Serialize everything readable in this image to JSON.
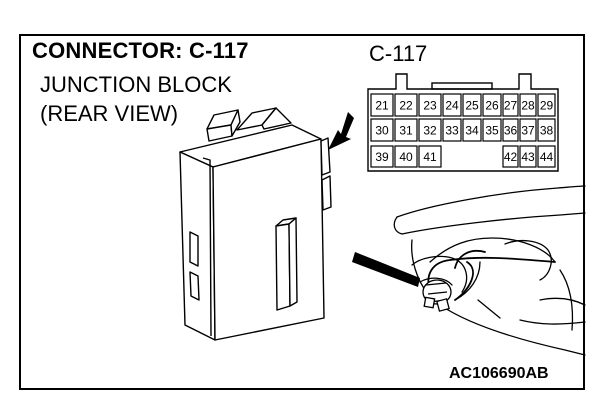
{
  "header": {
    "title": "CONNECTOR: C-117",
    "component_line1": "JUNCTION BLOCK",
    "component_line2": "(REAR VIEW)"
  },
  "connector": {
    "label": "C-117",
    "rows": [
      [
        "21",
        "22",
        "23",
        "24",
        "25",
        "26",
        "27",
        "28",
        "29"
      ],
      [
        "30",
        "31",
        "32",
        "33",
        "34",
        "35",
        "36",
        "37",
        "38"
      ],
      [
        "39",
        "40",
        "41",
        "",
        "",
        "",
        "42",
        "43",
        "44"
      ]
    ]
  },
  "footer": {
    "code": "AC106690AB"
  }
}
